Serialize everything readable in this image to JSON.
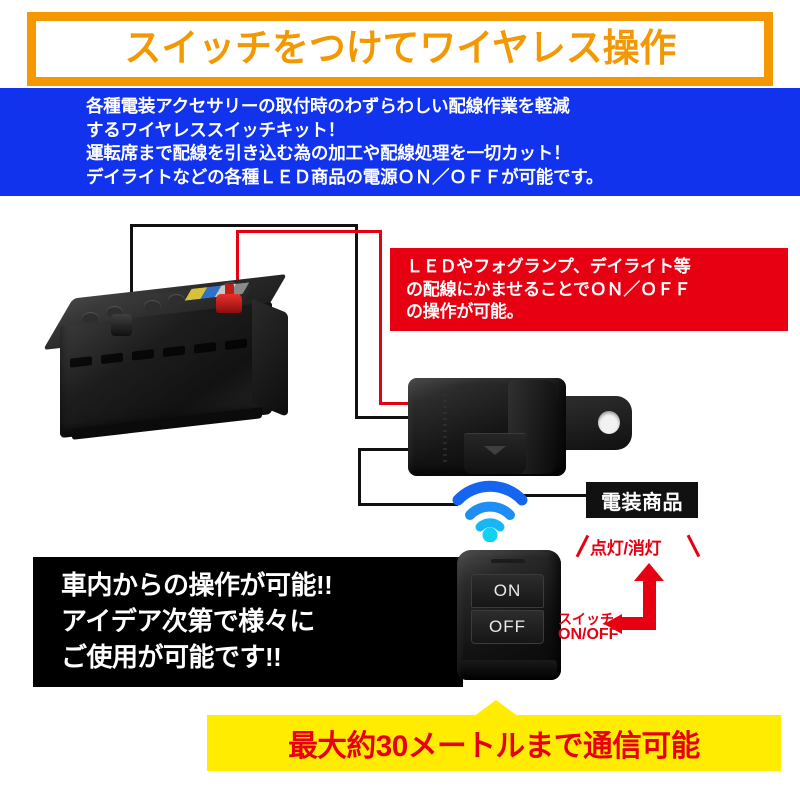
{
  "header": {
    "title": "スイッチをつけてワイヤレス操作",
    "border_color": "#f39800",
    "title_color": "#f39800"
  },
  "intro": {
    "background_color": "#1133ee",
    "lines": [
      "各種電装アクセサリーの取付時のわずらわしい配線作業を軽減",
      "するワイヤレススイッチキット！",
      "運転席まで配線を引き込む為の加工や配線処理を一切カット！",
      "デイライトなどの各種ＬＥＤ商品の電源ＯＮ／ＯＦＦが可能です。"
    ]
  },
  "callout_red": {
    "background_color": "#e60012",
    "lines": [
      "ＬＥＤやフォグランプ、デイライト等",
      "の配線にかませることでＯＮ／ＯＦＦ",
      "の操作が可能。"
    ]
  },
  "diagram": {
    "battery_label": "car-battery",
    "relay_label": "wireless-relay-module",
    "wifi_label": "wireless-signal",
    "device_label": "電装商品",
    "wire_colors": {
      "positive": "#e60012",
      "negative": "#111111"
    }
  },
  "remote": {
    "on_label": "ON",
    "off_label": "OFF"
  },
  "annotations": {
    "lamp_state": "点灯/消灯",
    "switch_label_line1": "スイッチ",
    "switch_label_line2": "ON/OFF",
    "color": "#e60012"
  },
  "banner_black": {
    "background_color": "#000000",
    "lines": [
      "車内からの操作が可能!!",
      "アイデア次第で様々に",
      "ご使用が可能です!!"
    ]
  },
  "banner_yellow": {
    "background_color": "#ffec00",
    "text_color": "#e60012",
    "text": "最大約30メートルまで通信可能"
  }
}
